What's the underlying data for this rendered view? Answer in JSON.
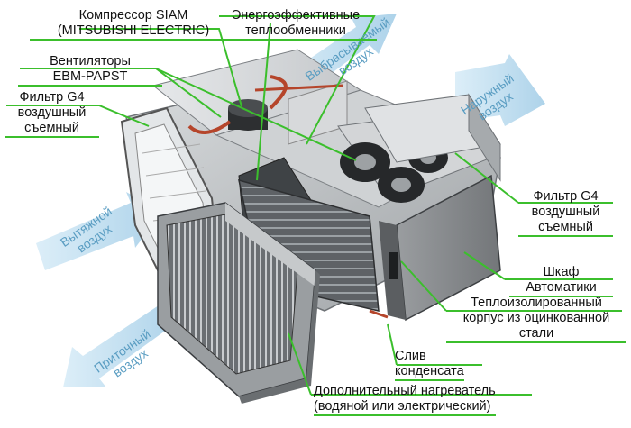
{
  "labels": {
    "compressor": "Компрессор SIAM\n(MITSUBISHI ELECTRIC)",
    "heat_exchangers": "Энергоэффективные\nтеплообменники",
    "fans": "Вентиляторы\nEBM-PAPST",
    "filter_left": "Фильтр G4\nвоздушный\nсъемный",
    "filter_right": "Фильтр G4\nвоздушный\nсъемный",
    "cabinet": "Шкаф\nАвтоматики",
    "housing": "Теплоизолированный\nкорпус из оцинкованной\nстали",
    "drain": "Слив\nконденсата",
    "heater": "Дополнительный нагреватель\n(водяной или электрический)"
  },
  "airflows": {
    "exhaust_out": "Выбрасываемый\nвоздух",
    "outdoor": "Наружный\nвоздух",
    "extract": "Вытяжной\nвоздух",
    "supply": "Приточный\nвоздух"
  },
  "colors": {
    "leader_green": "#3bbf2c",
    "arrow_blue": "#a9d3ec",
    "flow_text": "#5a9dc2",
    "housing_gray": "#b9bcbf",
    "housing_dark": "#6f7377",
    "cabinet_gray": "#8c8f93",
    "pipe_red": "#b5452b"
  }
}
